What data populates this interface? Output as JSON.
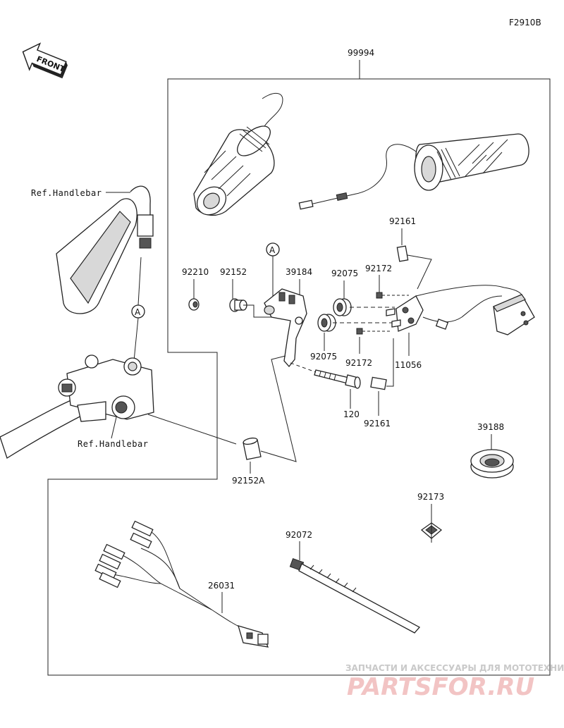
{
  "figure_code": "F2910B",
  "front_label": "FRONT",
  "kit_number": "99994",
  "refs": {
    "handlebar_upper": "Ref.Handlebar",
    "handlebar_lower": "Ref.Handlebar"
  },
  "marker": "A",
  "parts": {
    "p92210": "92210",
    "p92152": "92152",
    "p39184": "39184",
    "p92075_top": "92075",
    "p92172_top": "92172",
    "p92161_top": "92161",
    "p92075_bottom": "92075",
    "p92172_bottom": "92172",
    "p11056": "11056",
    "p120": "120",
    "p92161_bottom": "92161",
    "p39188": "39188",
    "p92152A": "92152A",
    "p92173": "92173",
    "p92072": "92072",
    "p26031": "26031"
  },
  "watermark": {
    "tagline": "ЗАПЧАСТИ И АКСЕССУАРЫ ДЛЯ МОТОТЕХНИКИ",
    "brand": "PARTSFOR.RU"
  }
}
